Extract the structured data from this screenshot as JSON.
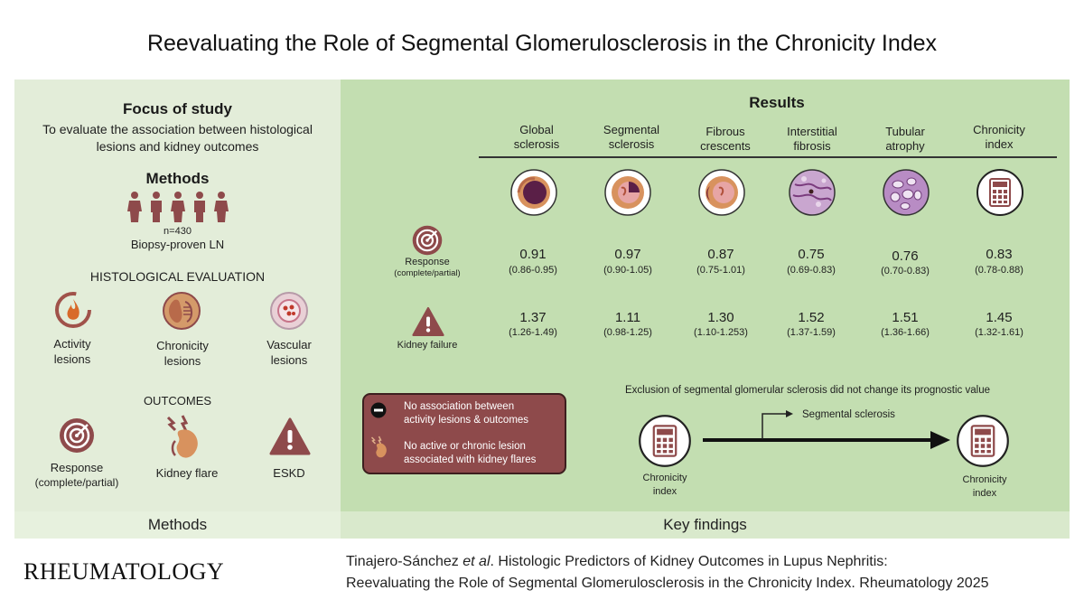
{
  "title": "Reevaluating the Role of Segmental Glomerulosclerosis in the Chronicity Index",
  "left": {
    "focus_heading": "Focus of study",
    "focus_text_line1": "To evaluate the association between histological",
    "focus_text_line2": "lesions and kidney outcomes",
    "methods_heading": "Methods",
    "n_label": "n=430",
    "cohort_label": "Biopsy-proven LN",
    "histo_heading": "HISTOLOGICAL EVALUATION",
    "histo_items": [
      {
        "line1": "Activity",
        "line2": "lesions",
        "icon": "flame-icon"
      },
      {
        "line1": "Chronicity",
        "line2": "lesions",
        "icon": "kidney-icon"
      },
      {
        "line1": "Vascular",
        "line2": "lesions",
        "icon": "vessel-icon"
      }
    ],
    "outcomes_heading": "OUTCOMES",
    "outcome_items": [
      {
        "line1": "Response",
        "line2": "(complete/partial)",
        "icon": "target-icon"
      },
      {
        "line1": "Kidney flare",
        "line2": "",
        "icon": "kidney-flare-icon"
      },
      {
        "line1": "ESKD",
        "line2": "",
        "icon": "warning-icon"
      }
    ],
    "footer": "Methods"
  },
  "right": {
    "results_heading": "Results",
    "columns": [
      {
        "line1": "Global",
        "line2": "sclerosis"
      },
      {
        "line1": "Segmental",
        "line2": "sclerosis"
      },
      {
        "line1": "Fibrous",
        "line2": "crescents"
      },
      {
        "line1": "Interstitial",
        "line2": "fibrosis"
      },
      {
        "line1": "Tubular",
        "line2": "atrophy"
      },
      {
        "line1": "Chronicity",
        "line2": "index"
      }
    ],
    "row_response": {
      "label_line1": "Response",
      "label_line2": "(complete/partial)",
      "values": [
        "0.91",
        "0.97",
        "0.87",
        "0.75",
        "0.76",
        "0.83"
      ],
      "cis": [
        "(0.86-0.95)",
        "(0.90-1.05)",
        "(0.75-1.01)",
        "(0.69-0.83)",
        "(0.70-0.83)",
        "(0.78-0.88)"
      ]
    },
    "row_failure": {
      "label": "Kidney failure",
      "values": [
        "1.37",
        "1.11",
        "1.30",
        "1.52",
        "1.51",
        "1.45"
      ],
      "cis": [
        "(1.26-1.49)",
        "(0.98-1.25)",
        "(1.10-1.253)",
        "(1.37-1.59)",
        "(1.36-1.66)",
        "(1.32-1.61)"
      ]
    },
    "note_1_line1": "No association between",
    "note_1_line2": "activity lesions & outcomes",
    "note_2_line1": "No active or chronic lesion",
    "note_2_line2": "associated with kidney flares",
    "exclusion_text": "Exclusion of segmental glomerular sclerosis did not change its prognostic value",
    "branch_label": "Segmental sclerosis",
    "ci_left_line1": "Chronicity",
    "ci_left_line2": "index",
    "ci_right_line1": "Chronicity",
    "ci_right_line2": "index",
    "footer": "Key findings"
  },
  "logo": "RHEUMATOLOGY",
  "citation": {
    "authors": "Tinajero-Sánchez",
    "etal": "et al",
    "line1_rest": ". Histologic Predictors of Kidney Outcomes in Lupus Nephritis:",
    "line2": "Reevaluating the Role of Segmental Glomerulosclerosis in the Chronicity Index. Rheumatology 2025"
  },
  "colors": {
    "accent_red": "#8e4a4b",
    "panel_left": "#e3edd9",
    "panel_right": "#c3deb1"
  }
}
